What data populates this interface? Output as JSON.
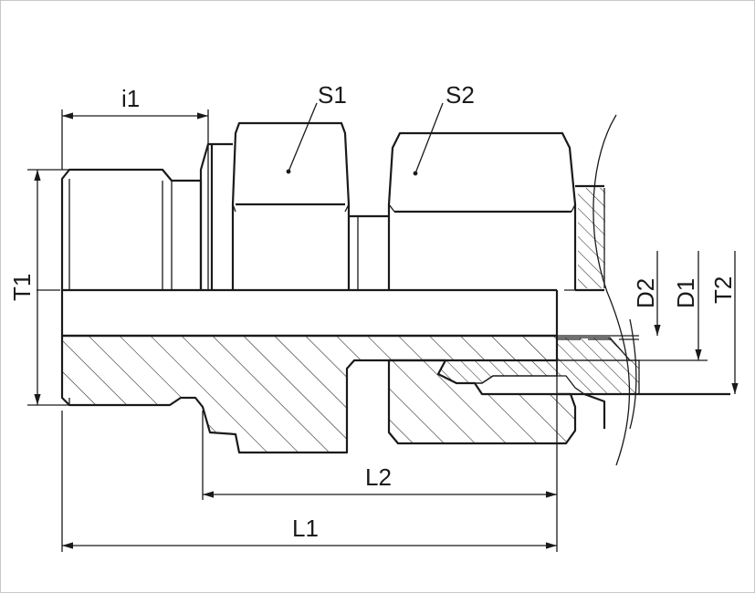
{
  "labels": {
    "i1": "i1",
    "s1": "S1",
    "s2": "S2",
    "t1": "T1",
    "d2": "D2",
    "d1": "D1",
    "t2": "T2",
    "l1": "L1",
    "l2": "L2"
  },
  "colors": {
    "line": "#1a1a1a",
    "frame": "#c8c8c8",
    "background": "#ffffff"
  }
}
